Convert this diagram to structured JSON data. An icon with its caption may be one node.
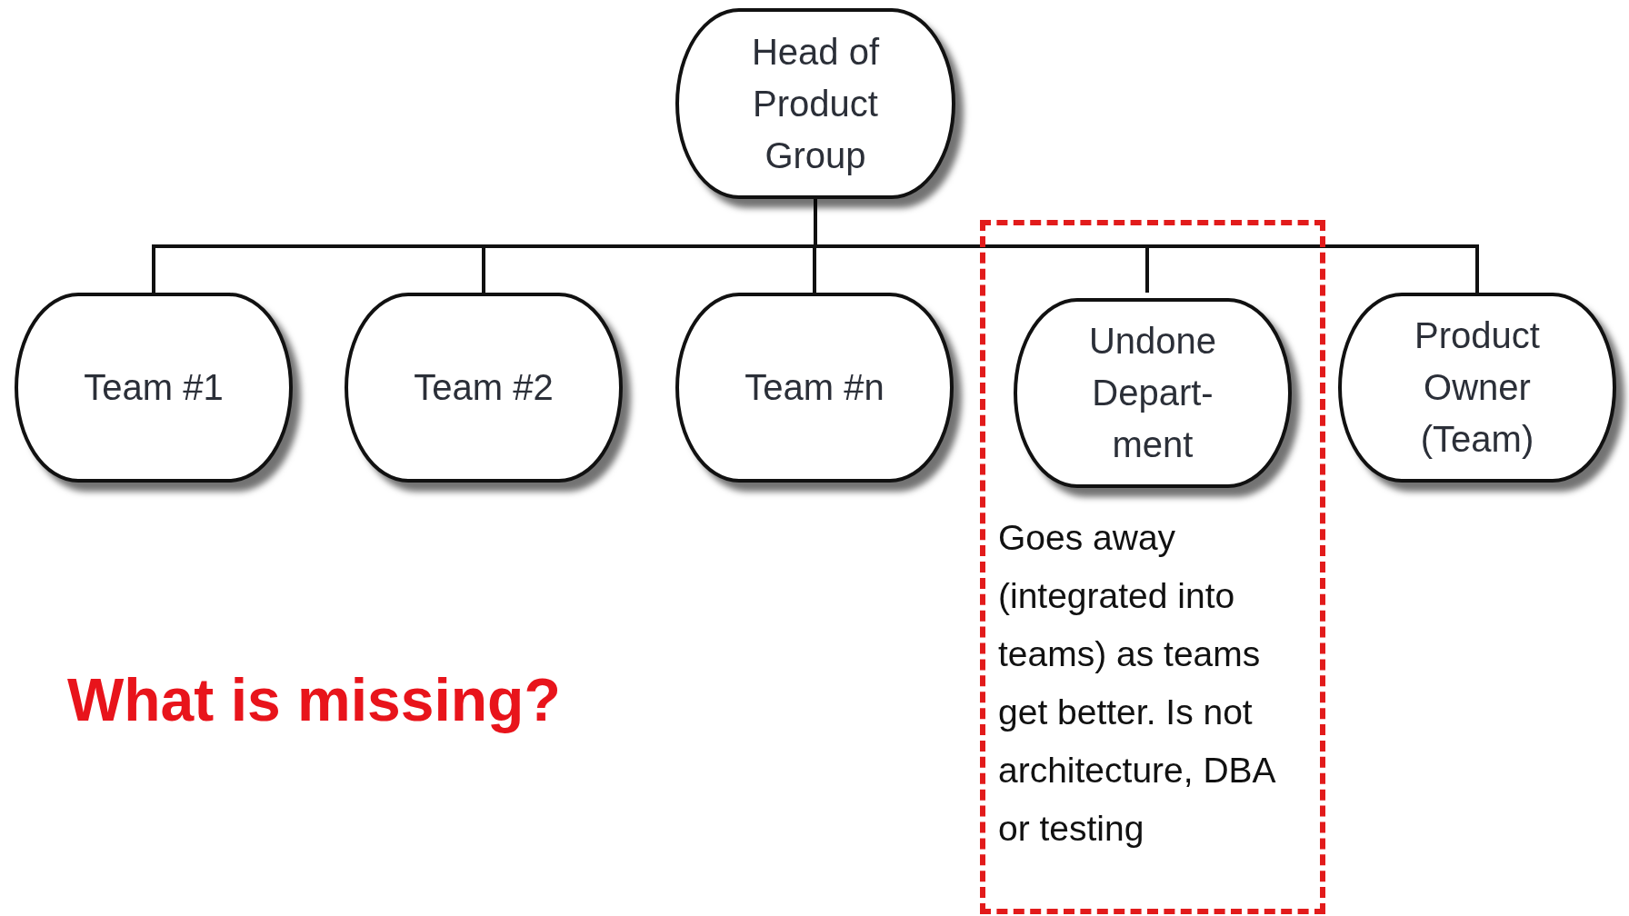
{
  "diagram": {
    "nodes": [
      {
        "text": [
          "Head of Product Group"
        ]
      },
      {
        "text": [
          "Team #1"
        ]
      },
      {
        "text": [
          "Team #2"
        ]
      },
      {
        "text": [
          "Team #n"
        ]
      },
      {
        "text": [
          "Goes away (integrated into teams) as teams get better. Is not architecture, DBA or testing"
        ]
      },
      {
        "text": [
          "Undone Depart- ment"
        ],
        "in": 4
      },
      {
        "text": [
          "Product Owner (Team)"
        ]
      }
    ],
    "edges": [
      {
        "from": 0,
        "to": 1,
        "arrow": "none"
      },
      {
        "from": 0,
        "to": 2,
        "arrow": "none"
      },
      {
        "from": 0,
        "to": 3,
        "arrow": "none"
      },
      {
        "from": 0,
        "to": 5,
        "arrow": "none"
      },
      {
        "from": 0,
        "to": 6,
        "arrow": "none"
      }
    ],
    "labels": [
      "What is missing?"
    ]
  }
}
